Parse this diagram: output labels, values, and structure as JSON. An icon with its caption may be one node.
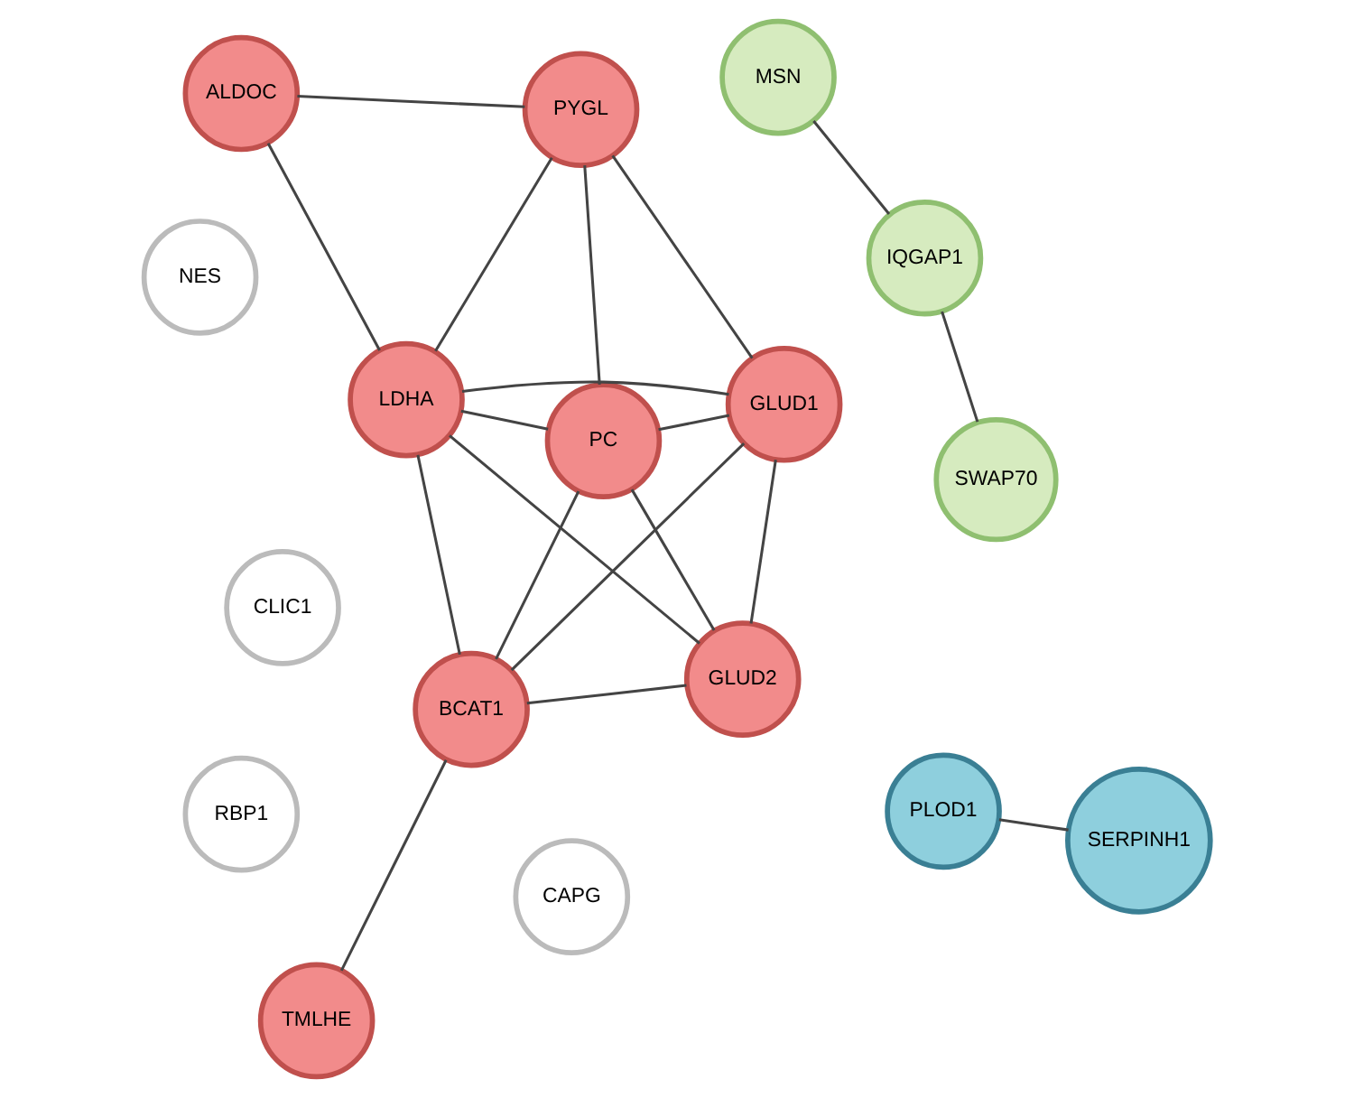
{
  "diagram": {
    "nodes": [
      {
        "text": [
          "CLIC1"
        ]
      },
      {
        "text": [
          "ALDOC"
        ]
      },
      {
        "text": [
          "LDHA"
        ]
      },
      {
        "text": [
          "GLUD2"
        ]
      },
      {
        "text": [
          "PLOD1"
        ]
      },
      {
        "text": [
          "SERPINH1"
        ]
      },
      {
        "text": [
          "PC"
        ]
      },
      {
        "text": [
          "BCAT1"
        ]
      },
      {
        "text": [
          "PYGL"
        ]
      },
      {
        "text": [
          "TMLHE"
        ]
      },
      {
        "text": [
          "GLUD1"
        ]
      },
      {
        "text": [
          "RBP1"
        ]
      },
      {
        "text": [
          "MSN"
        ]
      },
      {
        "text": [
          "NES"
        ]
      },
      {
        "text": [
          "CAPG"
        ]
      },
      {
        "text": [
          "IQGAP1"
        ]
      },
      {
        "text": [
          "SWAP70"
        ]
      }
    ],
    "edges": [
      {
        "from": 1,
        "to": 2,
        "arrow": "none"
      },
      {
        "from": 1,
        "to": 8,
        "arrow": "none"
      },
      {
        "from": 2,
        "to": 3,
        "arrow": "none"
      },
      {
        "from": 2,
        "to": 6,
        "arrow": "none"
      },
      {
        "from": 2,
        "to": 7,
        "arrow": "none"
      },
      {
        "from": 2,
        "to": 8,
        "arrow": "none"
      },
      {
        "from": 2,
        "to": 10,
        "arrow": "none"
      },
      {
        "from": 3,
        "to": 6,
        "arrow": "none"
      },
      {
        "from": 3,
        "to": 7,
        "arrow": "none"
      },
      {
        "from": 3,
        "to": 10,
        "arrow": "none"
      },
      {
        "from": 6,
        "to": 7,
        "arrow": "none"
      },
      {
        "from": 6,
        "to": 8,
        "arrow": "none"
      },
      {
        "from": 6,
        "to": 10,
        "arrow": "none"
      },
      {
        "from": 7,
        "to": 10,
        "arrow": "none"
      },
      {
        "from": 8,
        "to": 10,
        "arrow": "none"
      },
      {
        "from": 7,
        "to": 9,
        "arrow": "none"
      },
      {
        "from": 5,
        "to": 4,
        "arrow": "none"
      },
      {
        "from": 12,
        "to": 15,
        "arrow": "none"
      },
      {
        "from": 15,
        "to": 16,
        "arrow": "none"
      }
    ]
  }
}
